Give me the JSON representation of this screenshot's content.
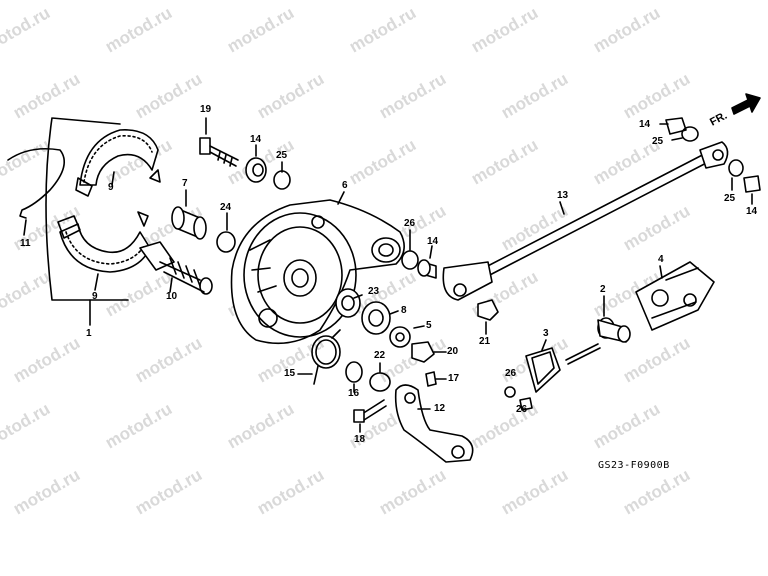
{
  "watermark": "motod.ru",
  "diagram_code": "GS23-F0900B",
  "front_indicator": "FR.",
  "parts": [
    {
      "id": "p1",
      "label": "1"
    },
    {
      "id": "p2",
      "label": "2"
    },
    {
      "id": "p3",
      "label": "3"
    },
    {
      "id": "p4",
      "label": "4"
    },
    {
      "id": "p5",
      "label": "5"
    },
    {
      "id": "p6",
      "label": "6"
    },
    {
      "id": "p7",
      "label": "7"
    },
    {
      "id": "p8",
      "label": "8"
    },
    {
      "id": "p9a",
      "label": "9"
    },
    {
      "id": "p9b",
      "label": "9"
    },
    {
      "id": "p10",
      "label": "10"
    },
    {
      "id": "p11",
      "label": "11"
    },
    {
      "id": "p12",
      "label": "12"
    },
    {
      "id": "p13",
      "label": "13"
    },
    {
      "id": "p14a",
      "label": "14"
    },
    {
      "id": "p14b",
      "label": "14"
    },
    {
      "id": "p14c",
      "label": "14"
    },
    {
      "id": "p14d",
      "label": "14"
    },
    {
      "id": "p15",
      "label": "15"
    },
    {
      "id": "p16",
      "label": "16"
    },
    {
      "id": "p17",
      "label": "17"
    },
    {
      "id": "p18",
      "label": "18"
    },
    {
      "id": "p19",
      "label": "19"
    },
    {
      "id": "p20",
      "label": "20"
    },
    {
      "id": "p21",
      "label": "21"
    },
    {
      "id": "p22",
      "label": "22"
    },
    {
      "id": "p23",
      "label": "23"
    },
    {
      "id": "p24",
      "label": "24"
    },
    {
      "id": "p25a",
      "label": "25"
    },
    {
      "id": "p25b",
      "label": "25"
    },
    {
      "id": "p25c",
      "label": "25"
    },
    {
      "id": "p26a",
      "label": "26"
    },
    {
      "id": "p26b",
      "label": "26"
    },
    {
      "id": "p26c",
      "label": "26"
    }
  ]
}
